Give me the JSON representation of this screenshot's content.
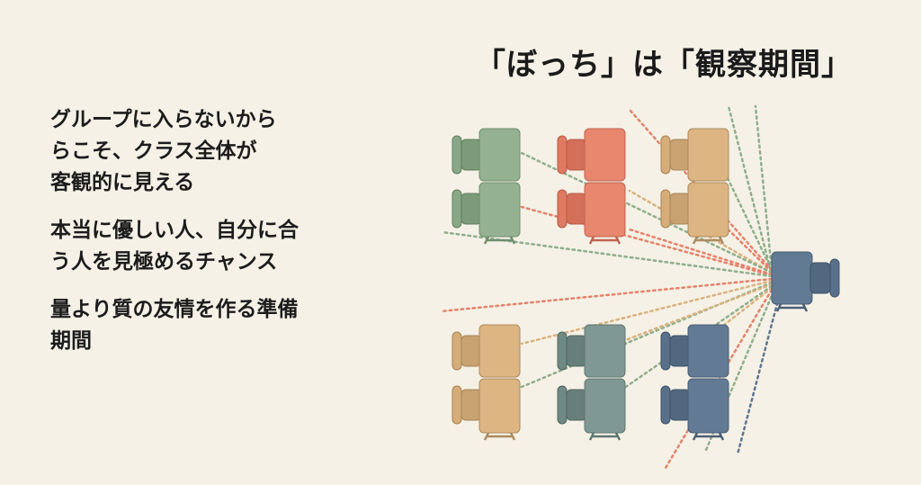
{
  "title": "「ぼっち」は「観察期間」",
  "points": [
    {
      "text": "グループに入らないから\nらこそ、クラス全体が\n客観的に見える"
    },
    {
      "text": "本当に優しい人、自分に合\nう人を見極めるチャンス"
    },
    {
      "text": "量より質の友情を作る準備\n期間"
    }
  ],
  "colors": {
    "background": "#f5f1e6",
    "green": "#8fae8c",
    "red": "#e5826a",
    "tan": "#d9b27e",
    "slate": "#7f9690",
    "blue": "#5f7690"
  },
  "desks": [
    {
      "group": "top-left",
      "color": "green"
    },
    {
      "group": "top-middle",
      "color": "red"
    },
    {
      "group": "top-right",
      "color": "tan"
    },
    {
      "group": "bottom-left",
      "color": "tan"
    },
    {
      "group": "bottom-middle",
      "color": "slate"
    },
    {
      "group": "bottom-right",
      "color": "blue"
    },
    {
      "group": "solo",
      "color": "blue"
    }
  ]
}
